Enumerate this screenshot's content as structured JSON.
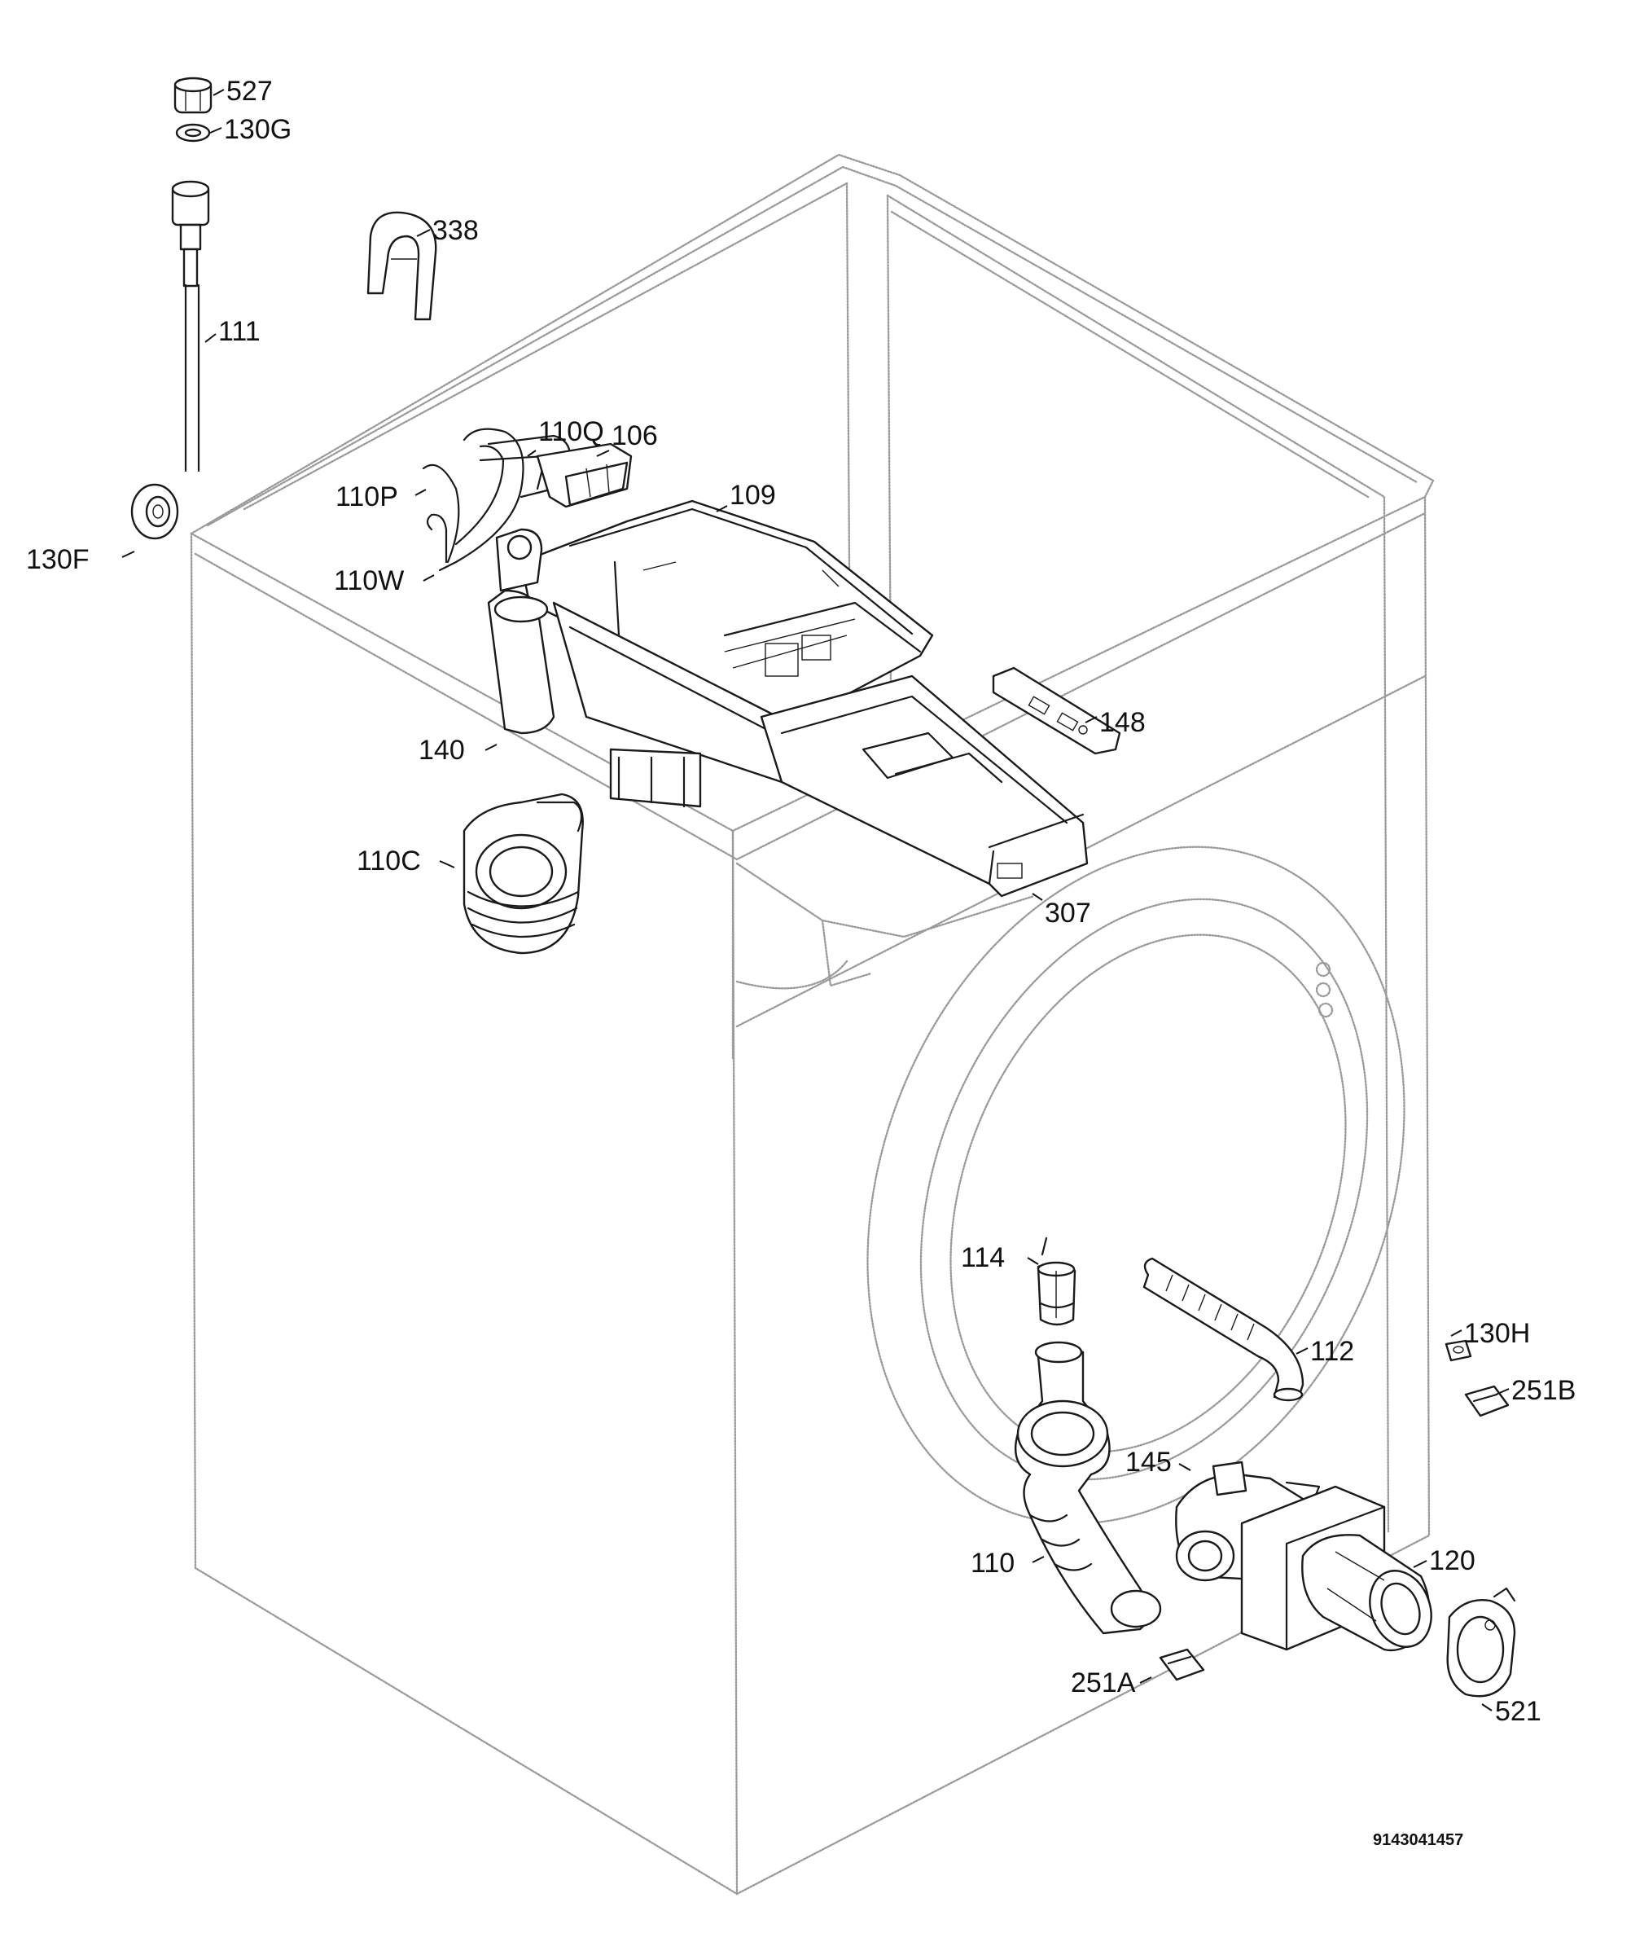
{
  "labels": {
    "p527": "527",
    "p130G": "130G",
    "p338": "338",
    "p111": "111",
    "p110Q": "110Q",
    "p106": "106",
    "p110P": "110P",
    "p109": "109",
    "p130F": "130F",
    "p110W": "110W",
    "p140": "140",
    "p148": "148",
    "p110C": "110C",
    "p307": "307",
    "p114": "114",
    "p112": "112",
    "p130H": "130H",
    "p251B": "251B",
    "p145": "145",
    "p110": "110",
    "p120": "120",
    "p251A": "251A",
    "p521": "521"
  },
  "document_number": "9143041457"
}
